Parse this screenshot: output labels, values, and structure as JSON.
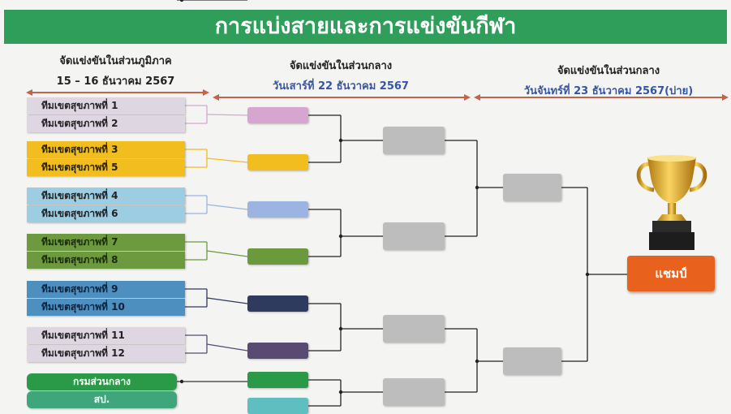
{
  "banner": {
    "title": "การแบ่งสายและการแข่งขันกีฬา",
    "color": "#2f9e5a"
  },
  "stages": [
    {
      "line1": "จัดแข่งขันในส่วนภูมิภาค",
      "line2": "15 – 16 ธันวาคม 2567"
    },
    {
      "line1": "จัดแข่งขันในส่วนกลาง",
      "line2": "วันเสาร์ที่ 22 ธันวาคม 2567"
    },
    {
      "line1": "จัดแข่งขันในส่วนกลาง",
      "line2": "วันจันทร์ที่ 23 ธันวาคม 2567(บ่าย)"
    }
  ],
  "teams": [
    {
      "label": "ทีมเขตสุขภาพที่  1",
      "color": "#ded6e0",
      "text": "#222"
    },
    {
      "label": "ทีมเขตสุขภาพที่  2",
      "color": "#ded6e0",
      "text": "#222"
    },
    {
      "label": "ทีมเขตสุขภาพที่  3",
      "color": "#f2bd1e",
      "text": "#222"
    },
    {
      "label": "ทีมเขตสุขภาพที่  5",
      "color": "#f2bd1e",
      "text": "#222"
    },
    {
      "label": "ทีมเขตสุขภาพที่  4",
      "color": "#9dcde3",
      "text": "#222"
    },
    {
      "label": "ทีมเขตสุขภาพที่  6",
      "color": "#9dcde3",
      "text": "#222"
    },
    {
      "label": "ทีมเขตสุขภาพที่  7",
      "color": "#6d9a3f",
      "text": "#1c2a10"
    },
    {
      "label": "ทีมเขตสุขภาพที่  8",
      "color": "#6d9a3f",
      "text": "#1c2a10"
    },
    {
      "label": "ทีมเขตสุขภาพที่  9",
      "color": "#4d90c0",
      "text": "#10223a"
    },
    {
      "label": "ทีมเขตสุขภาพที่  10",
      "color": "#4d90c0",
      "text": "#10223a"
    },
    {
      "label": "ทีมเขตสุขภาพที่  11",
      "color": "#ded6e0",
      "text": "#222"
    },
    {
      "label": "ทีมเขตสุขภาพที่  12",
      "color": "#ded6e0",
      "text": "#222"
    },
    {
      "label": "กรมส่วนกลาง",
      "color": "#2a9a48",
      "text": "#ffffff"
    },
    {
      "label": "สป.",
      "color": "#3fa67c",
      "text": "#ffffff"
    }
  ],
  "round1_colors": [
    "#d6a6d0",
    "#f2bd1e",
    "#9cb4e2",
    "#6b9a3c",
    "#2e3a5e",
    "#584a72",
    "#2a9a48",
    "#5fbfc0"
  ],
  "slot_gray": "#bdbdbd",
  "champion": {
    "label": "แชมป์",
    "color": "#e8611d"
  }
}
